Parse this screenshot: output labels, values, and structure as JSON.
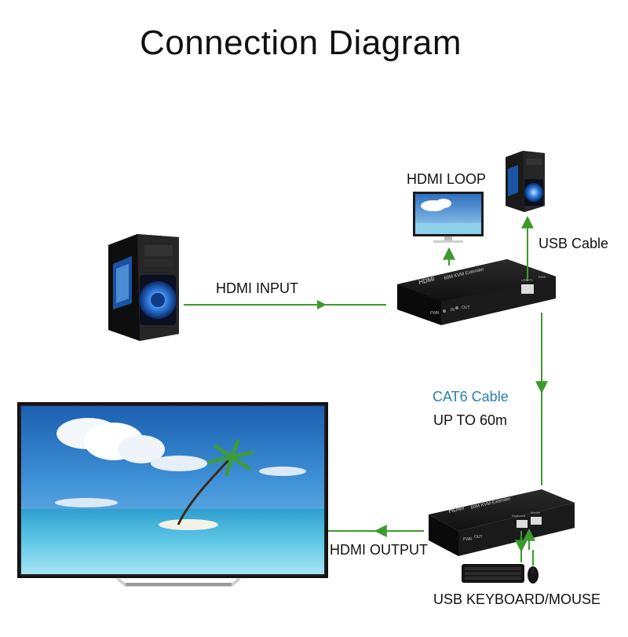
{
  "title": "Connection Diagram",
  "labels": {
    "hdmi_loop": "HDMI LOOP",
    "usb_cable": "USB Cable",
    "hdmi_input": "HDMI INPUT",
    "cat6_cable": "CAT6 Cable",
    "up_to": "UP TO 60m",
    "hdmi_output": "HDMI OUTPUT",
    "usb_keyboard_mouse": "USB KEYBOARD/MOUSE"
  },
  "transmitter": {
    "logo": "HDMI",
    "model": "60M KVM Extender",
    "port_pwr": "PWR",
    "port_in": "IN",
    "port_out": "OUT",
    "port_usb": "USB PC",
    "port_edid": "EDID"
  },
  "receiver": {
    "logo": "HDMI",
    "model": "60M KVM Extender",
    "port_pwr": "PWR",
    "port_out": "OUT",
    "port_keyboard": "Keyboard",
    "port_mouse": "Mouse"
  },
  "colors": {
    "connection_line": "#3c9a2c",
    "cat6_label": "#2a7fb0"
  }
}
